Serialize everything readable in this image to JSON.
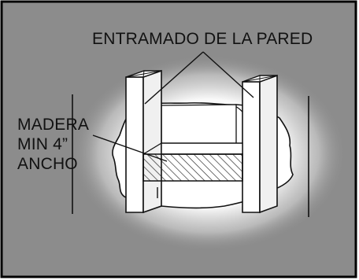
{
  "labels": {
    "wall_framing": "ENTRAMADO DE LA PARED",
    "wood_line1": "MADERA",
    "wood_line2": "MIN 4”",
    "wood_line3": "ANCHO"
  },
  "colors": {
    "background": "#8c8c8c",
    "glow": "#ffffff",
    "ink": "#111111",
    "frame": "#000000"
  }
}
